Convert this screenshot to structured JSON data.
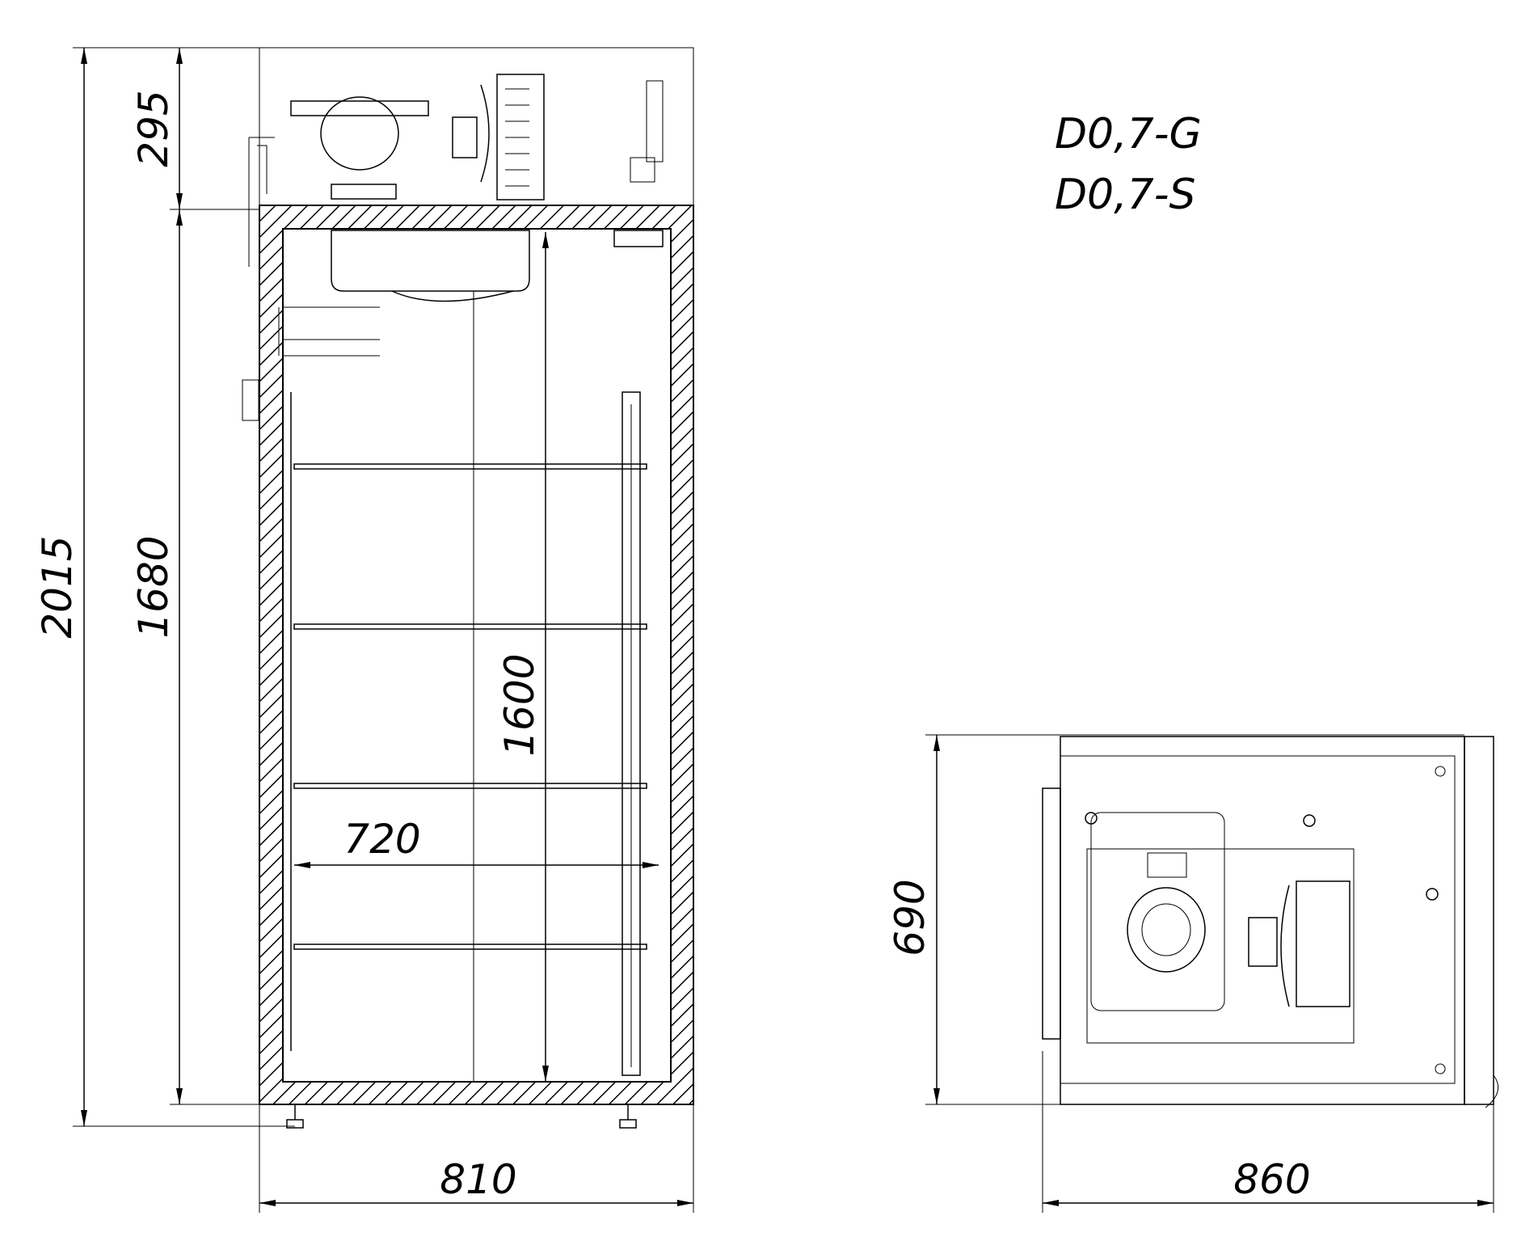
{
  "models": [
    "D0,7-G",
    "D0,7-S"
  ],
  "front_view": {
    "dimensions": {
      "total_height": "2015",
      "unit_height": "295",
      "cabinet_height": "1680",
      "inner_height": "1600",
      "inner_width": "720",
      "width": "810"
    },
    "shelf_count": 4
  },
  "top_view": {
    "dimensions": {
      "depth": "690",
      "width": "860"
    }
  }
}
